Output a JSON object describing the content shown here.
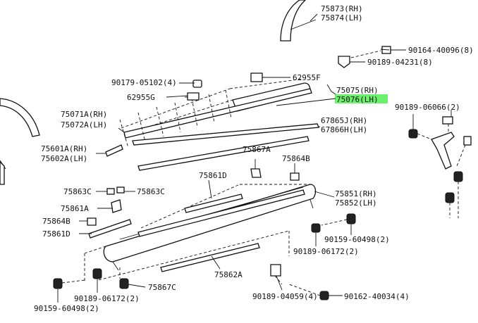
{
  "highlight_color": "#6cf06c",
  "labels": {
    "p75873": "75873(RH)",
    "p75874": "75874(LH)",
    "p90164": "90164-40096(8)",
    "p90189_04231": "90189-04231(8)",
    "p90179": "90179-05102(4)",
    "p62955F": "62955F",
    "p62955G": "62955G",
    "p75075": "75075(RH)",
    "p75076": "75076(LH)",
    "p90189_06066": "90189-06066(2)",
    "p75071A": "75071A(RH)",
    "p75072A": "75072A(LH)",
    "p67865J": "67865J(RH)",
    "p67866H": "67866H(LH)",
    "p75601A": "75601A(RH)",
    "p75602A": "75602A(LH)",
    "p75867A": "75867A",
    "p75864B_top": "75864B",
    "p75861D_top": "75861D",
    "p75863C_left": "75863C",
    "p75863C_right": "75863C",
    "p75851": "75851(RH)",
    "p75852": "75852(LH)",
    "p75861A": "75861A",
    "p75864B_left": "75864B",
    "p75861D_left": "75861D",
    "p90159_right": "90159-60498(2)",
    "p90189_06172_right": "90189-06172(2)",
    "p75862A": "75862A",
    "p90189_06172_left": "90189-06172(2)",
    "p75867C": "75867C",
    "p90159_left": "90159-60498(2)",
    "p90189_04059": "90189-04059(4)",
    "p90162": "90162-40034(4)"
  }
}
